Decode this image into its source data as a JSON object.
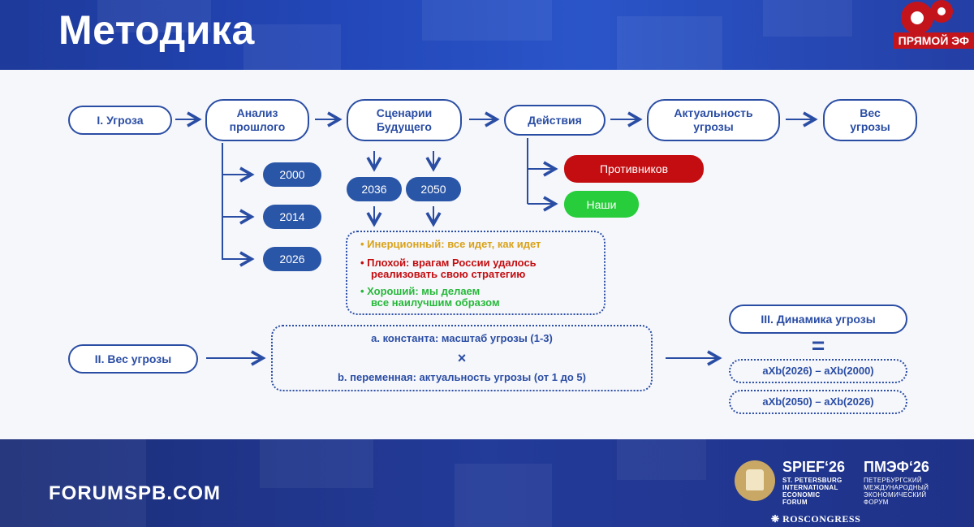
{
  "header": {
    "title": "Методика",
    "live_badge": "ПРЯМОЙ ЭФ"
  },
  "flow_top": [
    {
      "id": "threat",
      "label": "I. Угроза"
    },
    {
      "id": "analysis",
      "label_lines": [
        "Анализ",
        "прошлого"
      ]
    },
    {
      "id": "scenarios",
      "label_lines": [
        "Сценарии",
        "Будущего"
      ]
    },
    {
      "id": "actions",
      "label": "Действия"
    },
    {
      "id": "relevance",
      "label_lines": [
        "Актуальность",
        "угрозы"
      ]
    },
    {
      "id": "weight",
      "label_lines": [
        "Вес",
        "угрозы"
      ]
    }
  ],
  "past_years": [
    "2000",
    "2014",
    "2026"
  ],
  "future_years": [
    "2036",
    "2050"
  ],
  "actors": [
    {
      "label": "Противников",
      "color": "#c40d10"
    },
    {
      "label": "Наши",
      "color": "#27cd3a"
    }
  ],
  "scenarios_list": [
    {
      "lines": [
        "Инерционный: все идет, как идет"
      ],
      "color": "#d9a21a"
    },
    {
      "lines": [
        "Плохой: врагам России удалось",
        "реализовать свою стратегию"
      ],
      "color": "#c40d10"
    },
    {
      "lines": [
        "Хороший: мы делаем",
        "все наилучшим образом"
      ],
      "color": "#27b83a"
    }
  ],
  "weight_section": {
    "label": "II. Вес угрозы",
    "line_a": "a. константа: масштаб угрозы (1-3)",
    "times": "×",
    "line_b": "b. переменная: актуальность угрозы (от 1 до 5)"
  },
  "dynamics_section": {
    "label": "III. Динамика угрозы",
    "equals": "=",
    "formula_1": "aXb(2026) – aXb(2000)",
    "formula_2": "aXb(2050) – aXb(2026)"
  },
  "footer": {
    "site": "FORUMSPB.COM",
    "spief": "SPIEF‘26",
    "spief_sub": [
      "ST. PETERSBURG",
      "INTERNATIONAL",
      "ECONOMIC",
      "FORUM"
    ],
    "pmef": "ПМЭФ‘26",
    "pmef_sub": [
      "ПЕТЕРБУРГСКИЙ",
      "МЕЖДУНАРОДНЫЙ",
      "ЭКОНОМИЧЕСКИЙ",
      "ФОРУМ"
    ],
    "roscongress": "ROSCONGRESS"
  },
  "colors": {
    "accent": "#2a4da4",
    "header_bg": "#2347b8"
  }
}
